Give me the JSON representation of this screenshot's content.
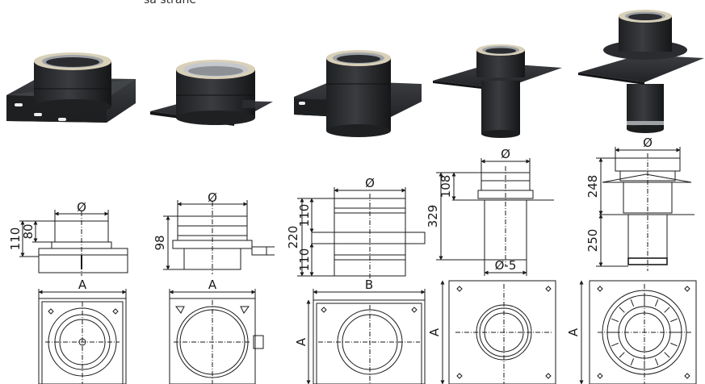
{
  "header": {
    "note": "sa strane"
  },
  "colors": {
    "product_fill": "#2c2e31",
    "product_dark": "#1c1d1f",
    "insulation_ring": "#d8d0b8",
    "steel_inner": "#b9bcc0",
    "line": "#1a1a1a",
    "background": "#ffffff"
  },
  "items": [
    {
      "id": "item-1",
      "elevation_dims": {
        "d": "Ø",
        "h_total": "110",
        "h_part": "80"
      },
      "plan_dims": {
        "width": "A"
      }
    },
    {
      "id": "item-2",
      "elevation_dims": {
        "d": "Ø",
        "h_total": "98"
      },
      "plan_dims": {
        "width": "A"
      }
    },
    {
      "id": "item-3",
      "elevation_dims": {
        "d": "Ø",
        "h_total": "220",
        "h_upper": "110",
        "h_lower": "110"
      },
      "plan_dims": {
        "width": "B",
        "height": "A"
      }
    },
    {
      "id": "item-4",
      "elevation_dims": {
        "d": "Ø",
        "h_total": "329",
        "h_upper": "108",
        "d_lower": "Ø-5"
      },
      "plan_dims": {
        "height": "A"
      }
    },
    {
      "id": "item-5",
      "elevation_dims": {
        "d": "Ø",
        "h_upper": "248",
        "h_lower": "250"
      },
      "plan_dims": {
        "height": "A"
      }
    }
  ]
}
